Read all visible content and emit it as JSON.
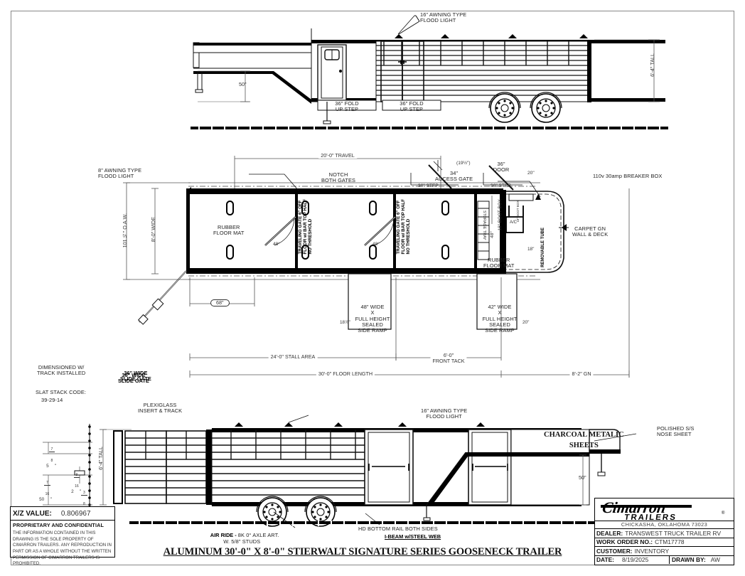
{
  "drawing": {
    "main_title": "ALUMINUM 30'-0\" X 8'-0\" STIERWALT SIGNATURE SERIES GOOSENECK TRAILER"
  },
  "title_block": {
    "brand": "Cimarron",
    "brand_sub": "TRAILERS",
    "registered": "®",
    "city": "CHICKASHA, OKLAHOMA 73023",
    "rows": [
      {
        "key": "DEALER:",
        "value": "TRANSWEST TRUCK TRAILER RV"
      },
      {
        "key": "WORK ORDER NO.:",
        "value": "CTM17778"
      },
      {
        "key": "CUSTOMER:",
        "value": "INVENTORY"
      }
    ],
    "date_key": "DATE:",
    "date_value": "8/19/2025",
    "drawn_key": "DRAWN BY:",
    "drawn_value": "AW"
  },
  "xz_block": {
    "label": "X/Z VALUE:",
    "value": "0.806967"
  },
  "proprietary": {
    "heading": "PROPRIETARY AND CONFIDENTIAL",
    "body": "THE INFORMATION CONTAINED IN THIS DRAWING IS THE SOLE PROPERTY OF CIMARRON TRAILERS.  ANY REPRODUCTION IN PART OR AS A WHOLE WITHOUT THE WRITTEN PERMISSION OF CIMARRON TRAILERS IS PROHIBITED."
  },
  "top_view": {
    "flood_light": "16\" AWNING TYPE\nFLOOD LIGHT",
    "height_dim": "6'-4\" TALL",
    "gooseneck_height": "50\"",
    "step_left": "36\" FOLD\nUP STEP",
    "step_right": "36\" FOLD\nUP STEP"
  },
  "plan_view": {
    "flood_light": "8\" AWNING TYPE\nFLOOD LIGHT",
    "oaw": "101½\" O.A.W.",
    "oaw_main": "101",
    "oaw_frac_num": "1",
    "oaw_frac_den": "2",
    "oaw_suffix": "\" O.A.W.",
    "inside_width": "8'-0\" WIDE",
    "travel": "20'-0\" TRAVEL",
    "notch": "NOTCH\nBOTH GATES",
    "rubber_mat_left": "RUBBER\nFLOOR MAT",
    "rubber_mat_right": "RUBBER\nFLOOR MAT",
    "gate_label_1": "TRAVELING GATE 6\" OFF\nFLOOR w/ BAR TOP HALF\nNO THRESHOLD",
    "gate_label_2": "TRAVELING GATE 6\" OFF\nFLOOR w/ BAR TOP HALF\nNO THRESHOLD",
    "gate_angle_1": "48°",
    "gate_angle_2": "48°",
    "gate_angle_3": "48°",
    "gate_angle_4": "48°",
    "access_gate": "34\"\nACCESS GATE",
    "access_gate_dim": "(19½\")",
    "step_1": "36\" STEP",
    "step_2": "36\" STEP",
    "door": "36\"\nDOOR",
    "door_offset": "20\"",
    "storage_tray": "STORAGE TRAY",
    "boot_box": "18\" BOOT BOX",
    "boot_box_small": "18\" BOOT BOX",
    "removable_tube": "REMOVABLE TUBE",
    "ac_unit": "A/C",
    "ac_dim": "18\"",
    "carpet": "CARPET GN\nWALL & DECK",
    "breaker_box": "110v 30amp BREAKER BOX",
    "dim_68": "68\"",
    "ramp_left": "48\" WIDE\nX\nFULL HEIGHT\nSEALED\nSIDE RAMP",
    "ramp_right": "42\" WIDE\nX\nFULL HEIGHT\nSEALED\nSIDE RAMP",
    "ramp_offset": "18⅞\"",
    "ramp_offset_main": "18",
    "ramp_offset_num": "7",
    "ramp_offset_den": "8",
    "ramp_right_offset": "20\"",
    "stall_area": "24'-0\" STALL AREA",
    "floor_length": "30'-0\" FLOOR LENGTH",
    "front_tack": "6'-0\"\nFRONT TACK",
    "gn_length": "8'-2\" GN",
    "slide_gate": "36\" WIDE\nSLIDE GATE"
  },
  "bottom_view": {
    "dimensioned_note": "DIMENSIONED W/\nTRACK INSTALLED",
    "slat_stack_label": "SLAT STACK CODE:",
    "slat_stack_value": "39-29-14",
    "plexiglass": "PLEXIGLASS\nINSERT & TRACK",
    "flood_light": "16\" AWNING TYPE\nFLOOD LIGHT",
    "charcoal": "CHARCOAL METALIC\nSHEETS",
    "nose_sheet": "POLISHED S/S\nNOSE SHEET",
    "slide_gate": "36\" WIDE\nSLIDE GATE",
    "height": "6'-4\" TALL",
    "gooseneck_height": "50\"",
    "slat_a_main": "5",
    "slat_a_num": "7",
    "slat_a_den": "8",
    "slat_b_main": "2",
    "slat_b_num": "9",
    "slat_b_den": "16",
    "slat_c_main": "50",
    "slat_c_num": "7",
    "slat_c_den": "16",
    "slat_d_main": "28",
    "slat_d_num": "3",
    "slat_d_den": "8",
    "air_ride_bold": "AIR RIDE - ",
    "air_ride_rest": "8K 0° AXLE ART.\nW. 5/8\" STUDS",
    "hd_rail": "HD BOTTOM RAIL BOTH SIDES",
    "ibeam": "I-BEAM w/STEEL WEB"
  },
  "colors": {
    "line": "#111111",
    "frame": "#888888",
    "text": "#222222",
    "background": "#ffffff"
  }
}
